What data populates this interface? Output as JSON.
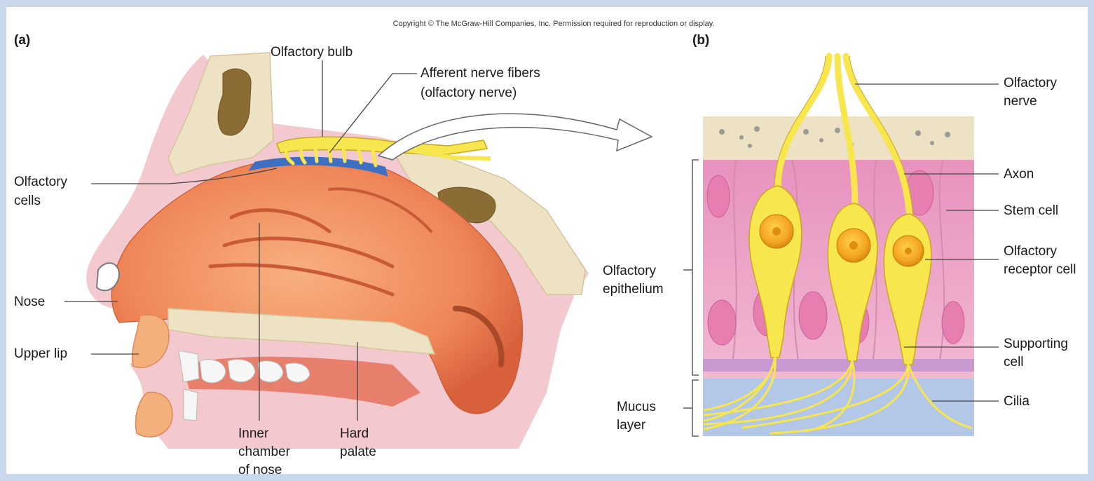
{
  "copyright": "Copyright © The McGraw-Hill Companies, Inc. Permission required for reproduction or display.",
  "panel_a": {
    "tag": "(a)",
    "labels": {
      "olfactory_bulb": "Olfactory bulb",
      "afferent_1": "Afferent nerve fibers",
      "afferent_2": "(olfactory nerve)",
      "olfactory_cells_1": "Olfactory",
      "olfactory_cells_2": "cells",
      "nose": "Nose",
      "upper_lip": "Upper lip",
      "inner_chamber_1": "Inner",
      "inner_chamber_2": "chamber",
      "inner_chamber_3": "of nose",
      "hard_palate_1": "Hard",
      "hard_palate_2": "palate"
    }
  },
  "panel_b": {
    "tag": "(b)",
    "labels": {
      "olfactory_nerve_1": "Olfactory",
      "olfactory_nerve_2": "nerve",
      "axon": "Axon",
      "stem_cell": "Stem cell",
      "receptor_1": "Olfactory",
      "receptor_2": "receptor cell",
      "supporting_1": "Supporting",
      "supporting_2": "cell",
      "cilia": "Cilia",
      "epithelium_1": "Olfactory",
      "epithelium_2": "epithelium",
      "mucus_1": "Mucus",
      "mucus_2": "layer"
    }
  },
  "colors": {
    "frame": "#c9d7ea",
    "bone": "#eee2c4",
    "pink_tissue": "#f3c9cf",
    "nasal_chamber": "#f08a5c",
    "nerve_yellow": "#f7e64d",
    "epithelium_pink": "#e9a6c6",
    "mucus_blue": "#b3c7e6",
    "nucleus_orange": "#f5a623"
  }
}
